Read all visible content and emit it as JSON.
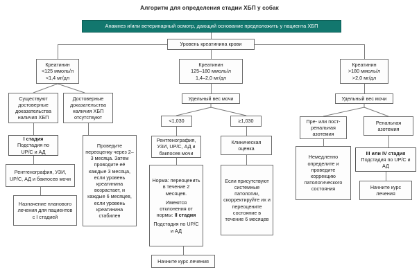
{
  "title": "Алгоритм для определения стадии ХБП у собак",
  "colors": {
    "accent_teal": "#12776e",
    "box_border": "#6b6b6b",
    "connector": "#7a7a7a",
    "background": "#ffffff",
    "text": "#1b1b1b"
  },
  "header": {
    "banner": "Анамнез и/или ветеринарный осмотр, дающий основание предположить у пациента ХБП"
  },
  "root": {
    "label": "Уровень креатинина крови"
  },
  "branches": {
    "left": {
      "creatinine": {
        "line1": "Креатинин",
        "line2": "<125 ммоль/л",
        "line3": "<1,4 мг/дл"
      },
      "evidence_yes": "Существуют достоверные доказательства наличия ХБП",
      "evidence_no": "Достоверные доказательства наличия ХБП отсутствуют",
      "stage1": {
        "bold": "I стадия",
        "rest": "Подстадия по UP/C и АД"
      },
      "workup": "Рентгенография, УЗИ, UP/C, АД и бакпосев мочи",
      "plan": "Назначение планового лечения для пациентов с I стадией",
      "reassess": "Проведите переоценку через 2–3 месяца. Затем проводите её каждые 3 месяца, если уровень креатинина возрастает, и каждые 6 месяцев, если уровень креатинина стабилен"
    },
    "middle": {
      "creatinine": {
        "line1": "Креатинин",
        "line2": "125–180 ммоль/л",
        "line3": "1,4–2,0 мг/дл"
      },
      "usg": "Удельный вес мочи",
      "usg_low": "<1,030",
      "usg_high": "≥1,030",
      "workup": "Рентгенография, УЗИ, UP/C, АД  и бакпосев мочи",
      "norm_block": {
        "part1": "Норма: переоценить в течение 2 месяцев.",
        "part2_prefix": "Имеются отклонения от нормы: ",
        "part2_bold": "II стадия",
        "part3": "Подстадия по UP/C и АД"
      },
      "clinical": "Клиническая оценка",
      "systemic": "Если присутствуют системные патологии, скорректируйте их и переоцените состояние в течение 6 месяцев",
      "start_treatment": "Начните курс лечения"
    },
    "right": {
      "creatinine": {
        "line1": "Креатинин",
        "line2": ">180 ммоль/л",
        "line3": ">2,0 мг/дл"
      },
      "usg": "Удельный вес мочи",
      "pre_post": "Пре- или пост-ренальная азотемия",
      "renal": "Ренальная азотемия",
      "correct": "Немедленно определите и проведите коррекцию патологического состояния",
      "stage34": {
        "bold": "III или IV стадия",
        "rest": "Подстадия по UP/C и АД"
      },
      "start_treatment": "Начните курс лечения"
    }
  }
}
